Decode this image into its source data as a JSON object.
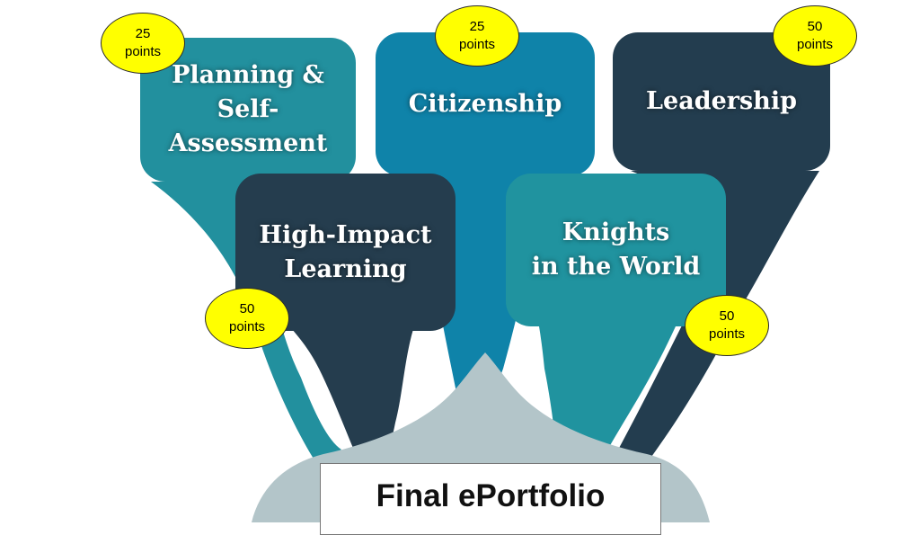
{
  "colors": {
    "teal": "#22909e",
    "blue": "#0f83a9",
    "navy": "#233d4f",
    "silver": "#b3c5c9",
    "badge": "#ffff00"
  },
  "components": [
    {
      "id": "planning",
      "label": "Planning &\nSelf-Assessment",
      "points": "25",
      "unit": "points"
    },
    {
      "id": "citizenship",
      "label": "Citizenship",
      "points": "25",
      "unit": "points"
    },
    {
      "id": "leadership",
      "label": "Leadership",
      "points": "50",
      "unit": "points"
    },
    {
      "id": "highimpact",
      "label": "High-Impact\nLearning",
      "points": "50",
      "unit": "points"
    },
    {
      "id": "knights",
      "label": "Knights\nin the World",
      "points": "50",
      "unit": "points"
    }
  ],
  "final": {
    "label": "Final ePortfolio"
  }
}
